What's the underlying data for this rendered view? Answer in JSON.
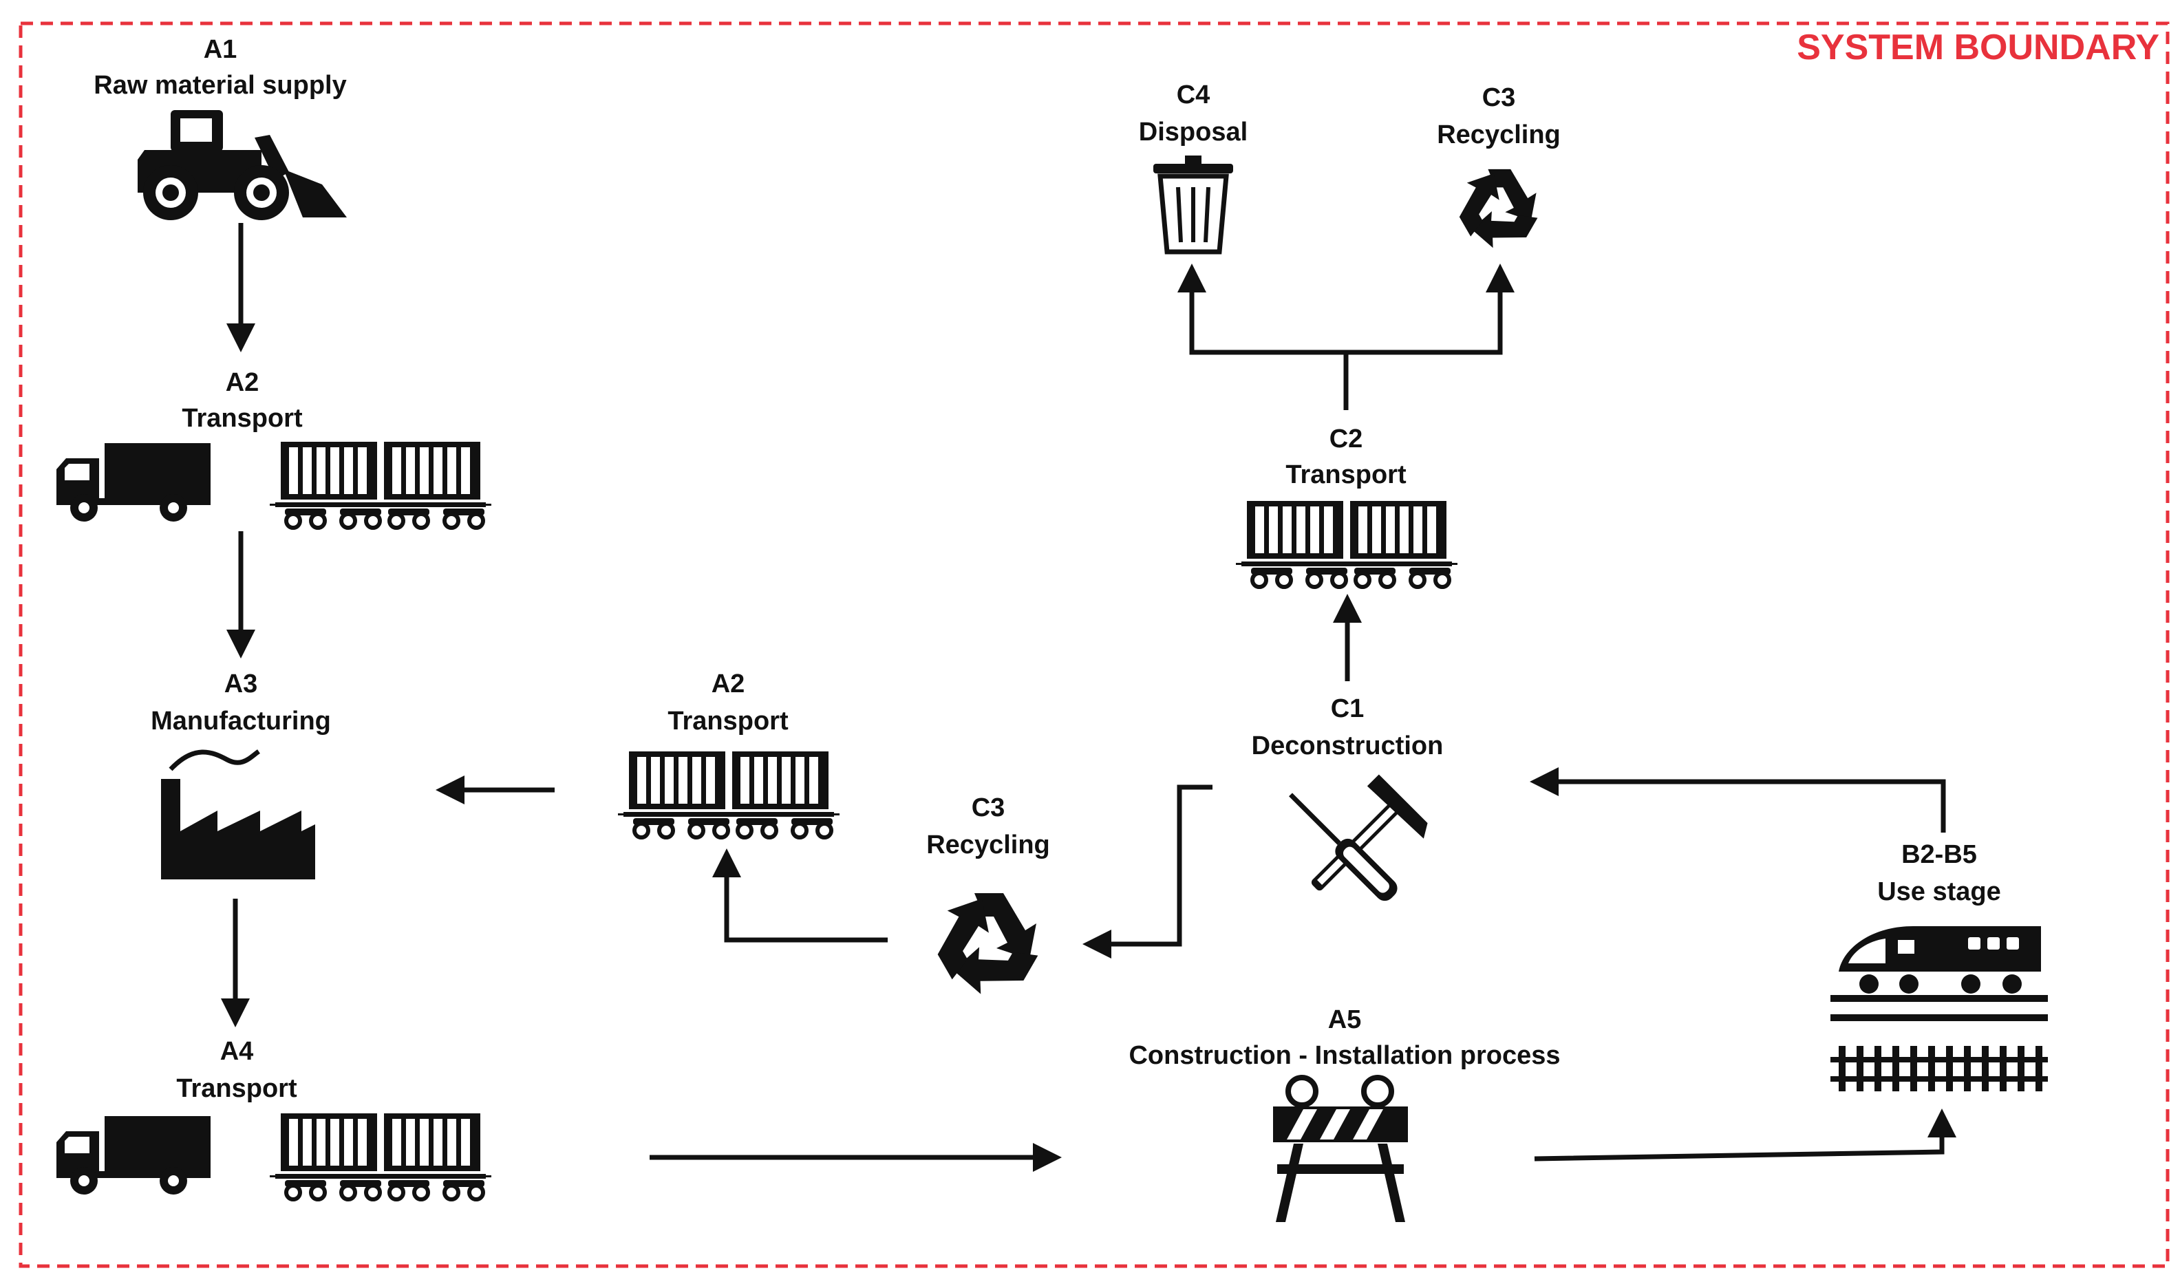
{
  "boundary": {
    "title": "SYSTEM BOUNDARY",
    "color": "#e8323c"
  },
  "ink": "#111111",
  "stages": {
    "a1": {
      "code": "A1",
      "name": "Raw material supply",
      "icons": [
        "wheel-loader-icon"
      ]
    },
    "a2_left": {
      "code": "A2",
      "name": "Transport",
      "icons": [
        "truck-icon",
        "freight-train-icon"
      ]
    },
    "a3": {
      "code": "A3",
      "name": "Manufacturing",
      "icons": [
        "factory-icon"
      ]
    },
    "a4": {
      "code": "A4",
      "name": "Transport",
      "icons": [
        "truck-icon",
        "freight-train-icon"
      ]
    },
    "a2_mid": {
      "code": "A2",
      "name": "Transport",
      "icons": [
        "freight-train-icon"
      ]
    },
    "c3_mid": {
      "code": "C3",
      "name": "Recycling",
      "icons": [
        "recycle-icon"
      ]
    },
    "c1": {
      "code": "C1",
      "name": "Deconstruction",
      "icons": [
        "hammer-screwdriver-icon"
      ]
    },
    "c2": {
      "code": "C2",
      "name": "Transport",
      "icons": [
        "freight-train-icon"
      ]
    },
    "c4": {
      "code": "C4",
      "name": "Disposal",
      "icons": [
        "trash-bin-icon"
      ]
    },
    "c3_top": {
      "code": "C3",
      "name": "Recycling",
      "icons": [
        "recycle-icon"
      ]
    },
    "a5": {
      "code": "A5",
      "name": "Construction - Installation process",
      "icons": [
        "road-barrier-icon"
      ]
    },
    "b2b5": {
      "code": "B2-B5",
      "name": "Use stage",
      "icons": [
        "train-on-track-icon"
      ]
    }
  },
  "flows": [
    {
      "from": "A1",
      "to": "A2"
    },
    {
      "from": "A2",
      "to": "A3"
    },
    {
      "from": "A3",
      "to": "A4"
    },
    {
      "from": "A4",
      "to": "A5"
    },
    {
      "from": "A5",
      "to": "B2-B5"
    },
    {
      "from": "B2-B5",
      "to": "C1"
    },
    {
      "from": "C1",
      "to": "C2"
    },
    {
      "from": "C2",
      "to": "C4"
    },
    {
      "from": "C2",
      "to": "C3"
    },
    {
      "from": "C1",
      "to": "C3"
    },
    {
      "from": "C3",
      "to": "A2"
    },
    {
      "from": "A2",
      "to": "A3"
    }
  ]
}
